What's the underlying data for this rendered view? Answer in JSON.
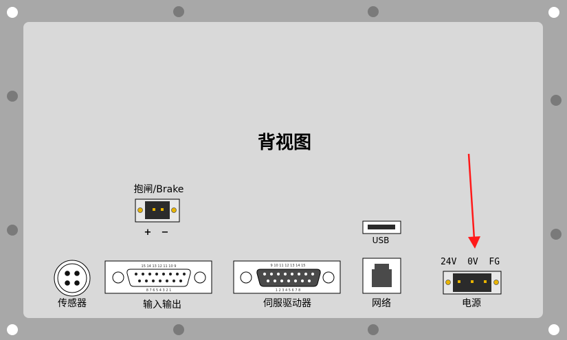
{
  "title": "背视图",
  "colors": {
    "frame": "#a8a8a8",
    "panel": "#d9d9d9",
    "hole": "#7a7a7a",
    "connector": "#2b2b2b",
    "pin": "#e8b400",
    "arrow": "#ff1a1a"
  },
  "brake": {
    "label": "抱闸/Brake",
    "plus": "+",
    "minus": "−"
  },
  "usb": {
    "label": "USB"
  },
  "power": {
    "pins_label": "24V  0V  FG",
    "label": "电源"
  },
  "sensor": {
    "label": "传感器"
  },
  "io": {
    "label": "输入输出",
    "top_pins": "15 14 13 12 11 10 9",
    "bottom_pins": "8 7 6 5 4 3 2 1"
  },
  "servo": {
    "label": "伺服驱动器",
    "top_pins": "9 10 11 12 13 14 15",
    "bottom_pins": "1 2 3 4 5 6 7 8"
  },
  "network": {
    "label": "网络"
  }
}
